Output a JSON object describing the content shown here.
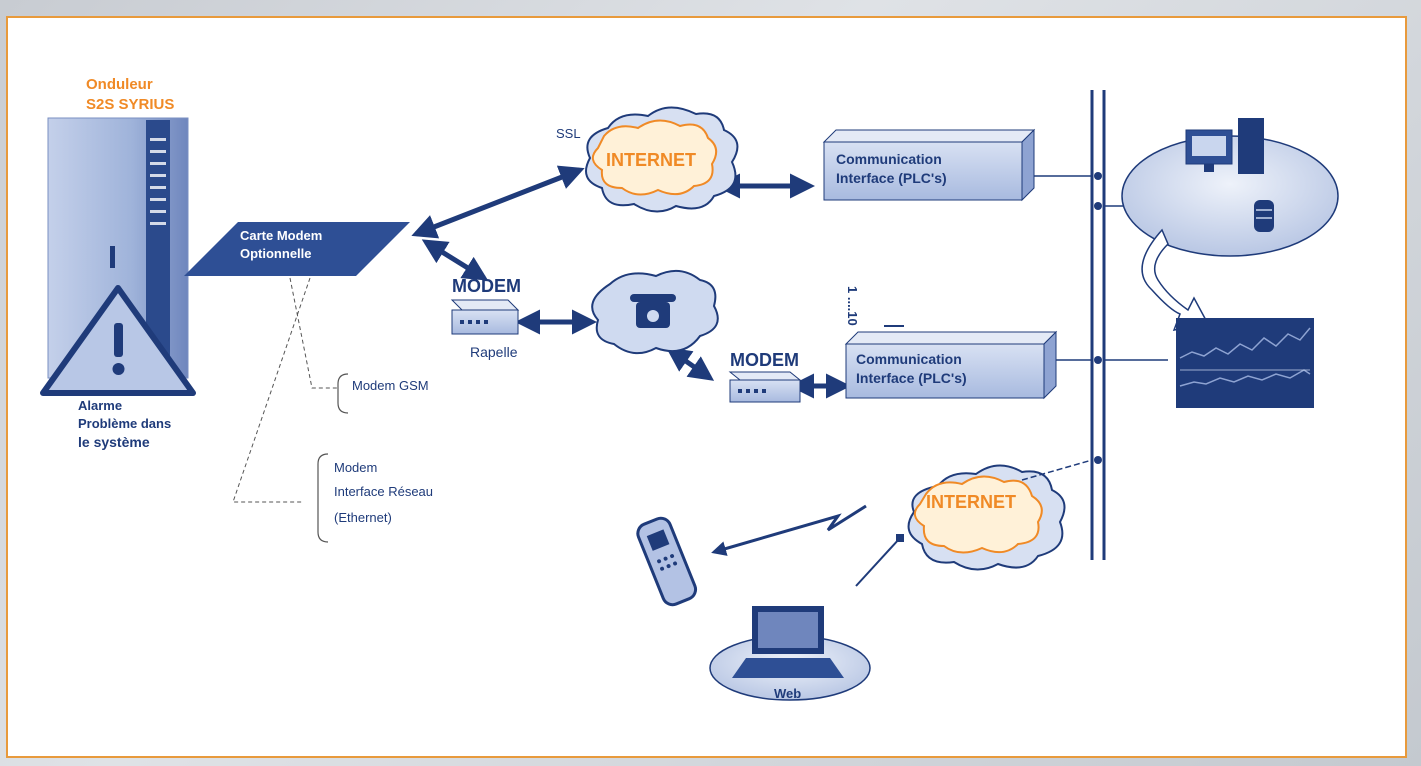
{
  "ups": {
    "title_line1": "Onduleur",
    "title_line2": "S2S SYRIUS",
    "alarm_line1": "Alarme",
    "alarm_line2": "Problème dans",
    "alarm_line3": "le système"
  },
  "modem_card": {
    "line1": "Carte Modem",
    "line2": "Optionnelle"
  },
  "ssl_label": "SSL",
  "internet_top": "INTERNET",
  "internet_bottom": "INTERNET",
  "modem_left": "MODEM",
  "modem_right": "MODEM",
  "rappelle": "Rapelle",
  "comm_top": {
    "line1": "Communication",
    "line2": "Interface (PLC's)"
  },
  "comm_mid": {
    "line1": "Communication",
    "line2": "Interface (PLC's)"
  },
  "range_label": "1 ....10",
  "options": {
    "gsm": "Modem GSM",
    "net_line1": "Modem",
    "net_line2": "Interface Réseau",
    "net_line3": "(Ethernet)"
  },
  "web_label": "Web",
  "colors": {
    "accent": "#f08a26",
    "primary": "#1f3b7a",
    "light": "#c9d6ee"
  }
}
